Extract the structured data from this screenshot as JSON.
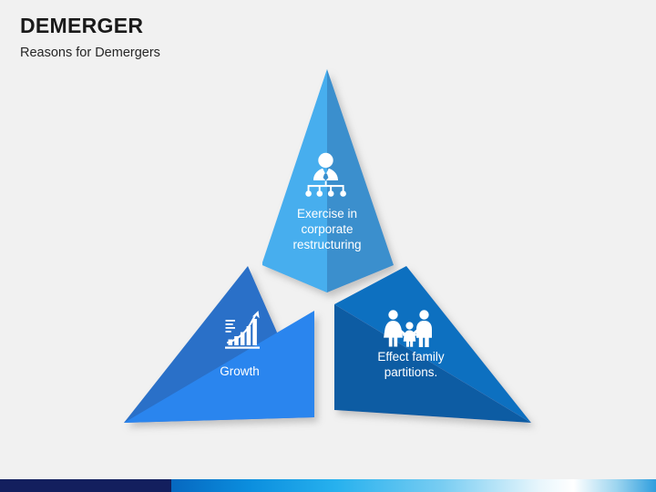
{
  "slide": {
    "background_color": "#f1f1f1",
    "title": "DEMERGER",
    "subtitle": "Reasons for Demergers"
  },
  "diagram": {
    "type": "triangle-infographic",
    "segment_count": 3,
    "segments": [
      {
        "id": "top",
        "position": "top",
        "label": "Exercise in\ncorporate\nrestructuring",
        "icon": "org-chart-person-icon",
        "face_light_color": "#47aeee",
        "face_dark_color": "#3b8fcd"
      },
      {
        "id": "left",
        "position": "bottom-left",
        "label": "Growth",
        "icon": "growth-bar-chart-icon",
        "face_light_color": "#2b85ee",
        "face_dark_color": "#2970c8"
      },
      {
        "id": "right",
        "position": "bottom-right",
        "label": "Effect family\npartitions.",
        "icon": "family-icon",
        "face_light_color": "#0b6fc0",
        "face_dark_color": "#0a5ca3"
      }
    ]
  },
  "footer": {
    "navy_color": "#131f5e",
    "gradient_start_color": "#0668c0",
    "gradient_end_color": "#2f9ede"
  }
}
